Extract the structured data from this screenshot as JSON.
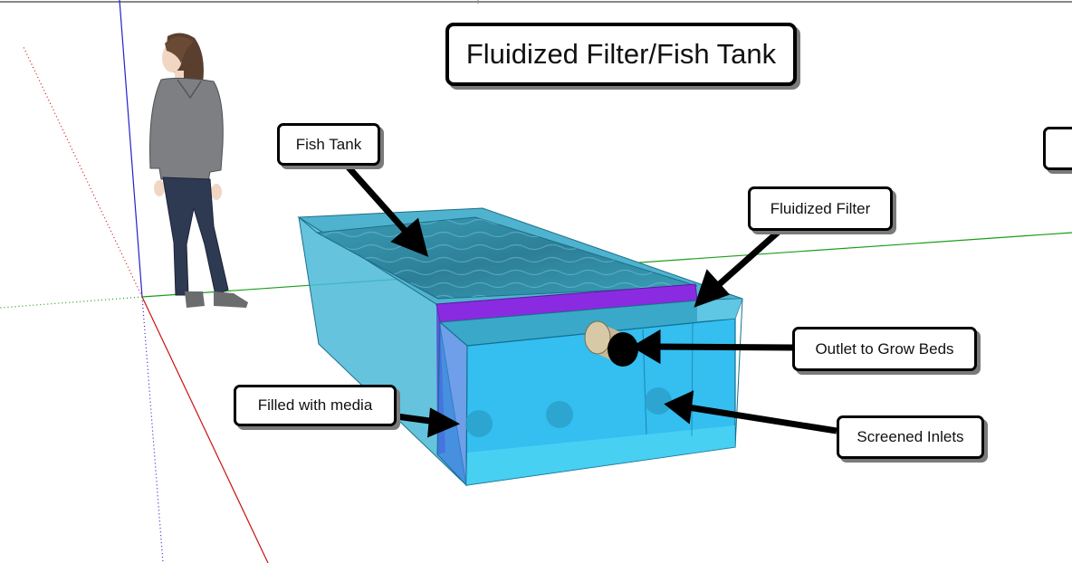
{
  "diagram": {
    "title": "Fluidized Filter/Fish Tank",
    "labels": {
      "fish_tank": "Fish Tank",
      "fluidized_filter": "Fluidized Filter",
      "outlet": "Outlet to Grow Beds",
      "media": "Filled with media",
      "inlets": "Screened Inlets"
    }
  },
  "colors": {
    "water_surface": "#2f8fa8",
    "tank_body": "#5cc8e6",
    "filter_band": "#8a2be2",
    "pipe": "#c8b896",
    "axis_red": "#cc0000",
    "axis_green": "#00a000",
    "axis_blue": "#0000cc"
  }
}
